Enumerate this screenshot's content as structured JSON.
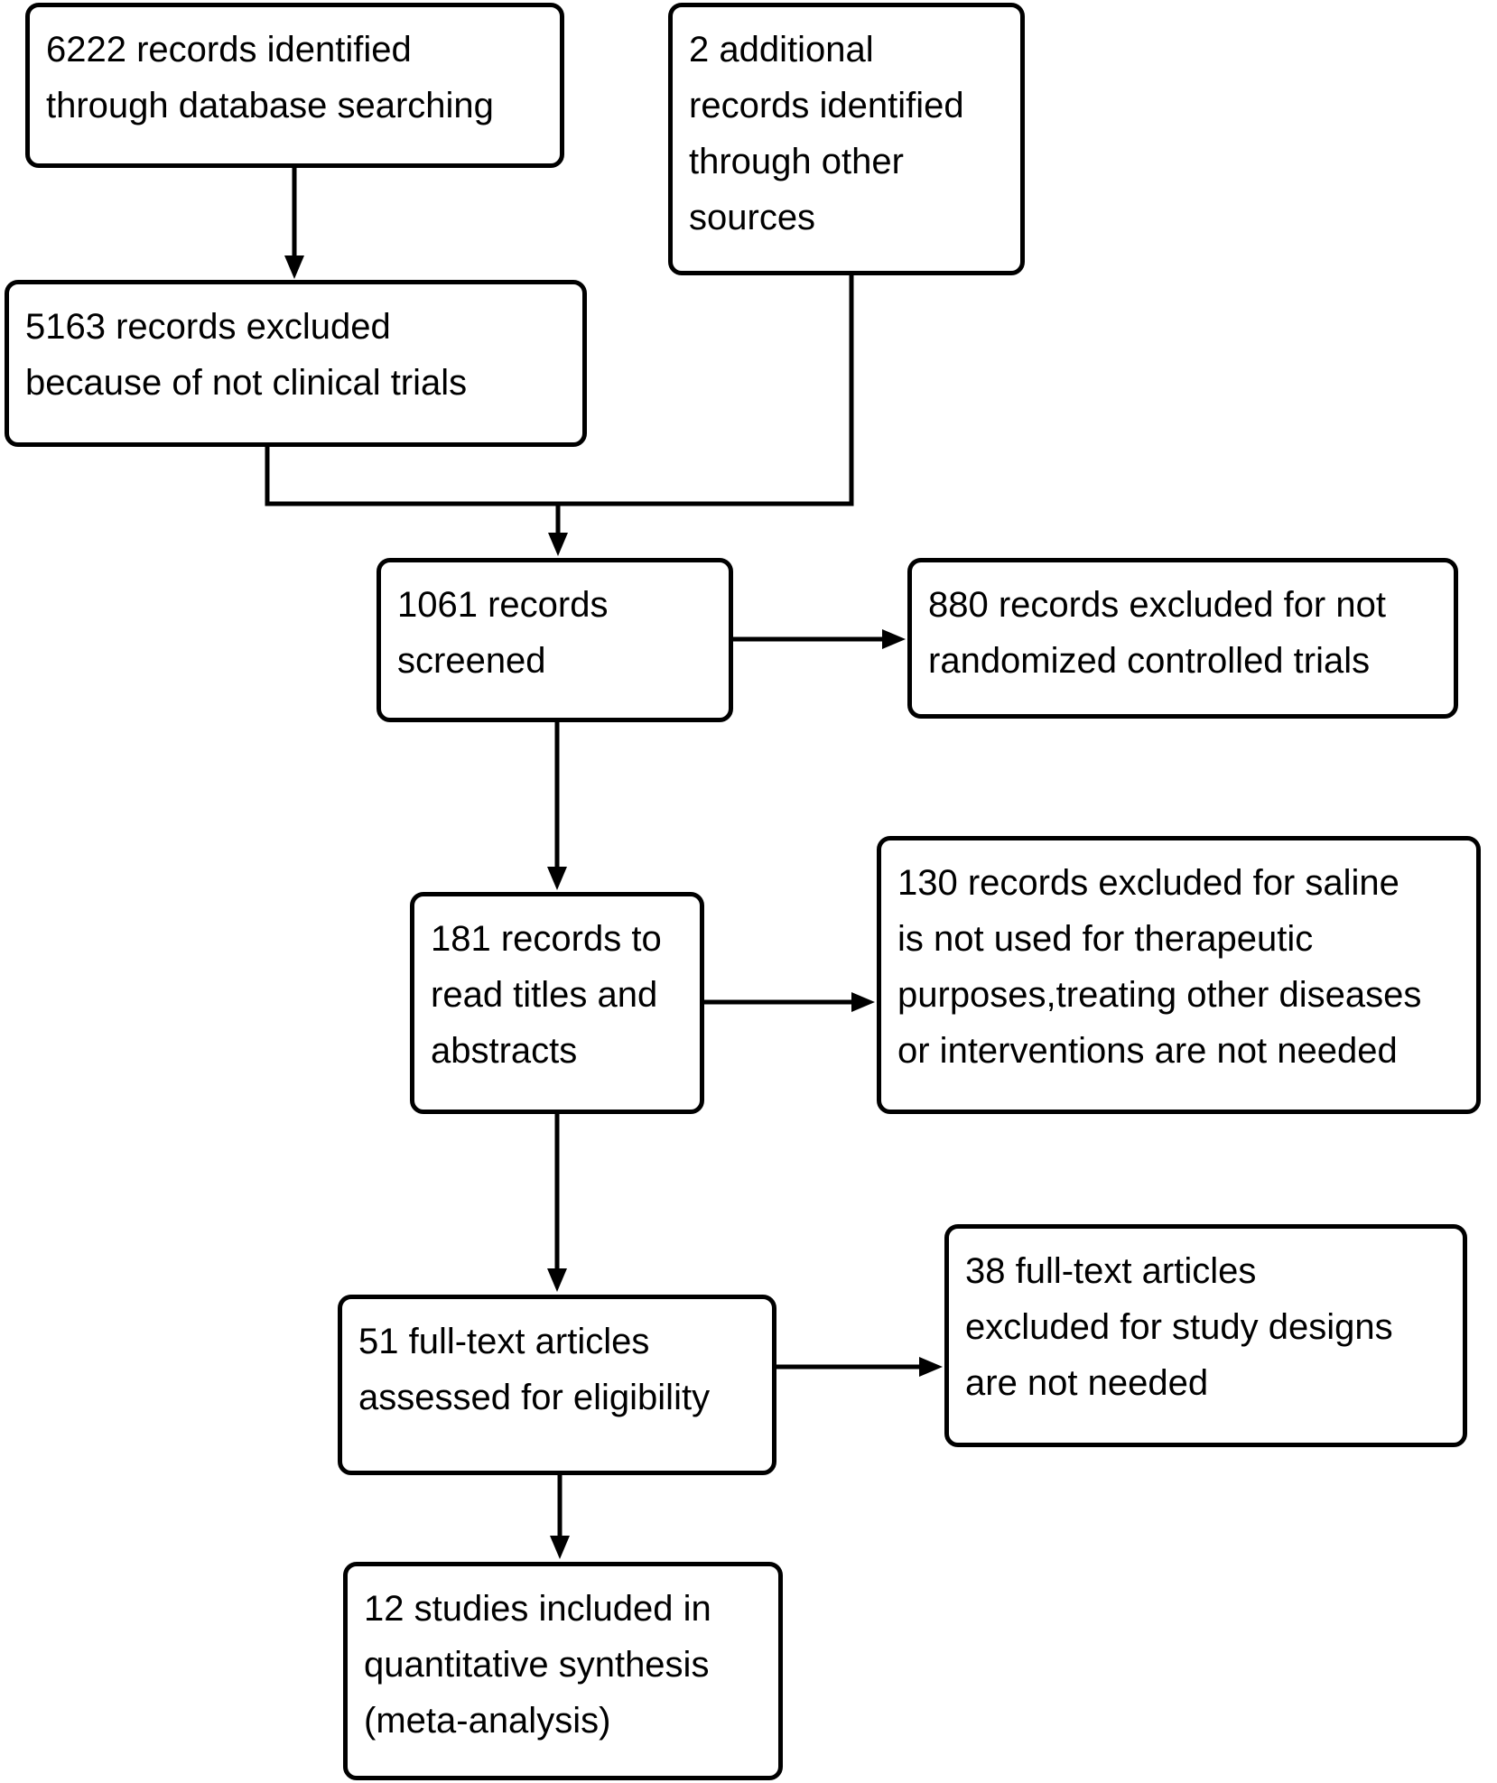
{
  "colors": {
    "stroke": "#000000",
    "background": "#ffffff",
    "box_fill": "#ffffff",
    "text": "#000000"
  },
  "diagram_type": "flowchart",
  "nodes": {
    "identified_db": {
      "label": "6222 records identified\nthrough database searching"
    },
    "identified_other": {
      "label": "2 additional\nrecords identified\nthrough other\nsources"
    },
    "excluded_not_clinical": {
      "label": "5163 records excluded\nbecause of not clinical trials"
    },
    "screened": {
      "label": "1061 records\nscreened"
    },
    "excluded_not_rct": {
      "label": "880 records excluded for not\nrandomized controlled trials"
    },
    "read_titles": {
      "label": "181 records to\nread titles and\nabstracts"
    },
    "excluded_saline": {
      "label": "130 records excluded for saline\nis not used for therapeutic\npurposes,treating other diseases\nor interventions are not needed"
    },
    "fulltext_assessed": {
      "label": "51 full-text articles\nassessed for eligibility"
    },
    "excluded_design": {
      "label": "38 full-text articles\nexcluded for study designs\nare not needed"
    },
    "included": {
      "label": "12 studies included in\nquantitative synthesis\n(meta-analysis)"
    }
  },
  "edges": [
    {
      "from": "identified_db",
      "to": "excluded_not_clinical",
      "arrow": true
    },
    {
      "from": "excluded_not_clinical",
      "to": "screened",
      "arrow": true
    },
    {
      "from": "identified_other",
      "to": "screened",
      "arrow": true
    },
    {
      "from": "screened",
      "to": "excluded_not_rct",
      "arrow": true
    },
    {
      "from": "screened",
      "to": "read_titles",
      "arrow": true
    },
    {
      "from": "read_titles",
      "to": "excluded_saline",
      "arrow": true
    },
    {
      "from": "read_titles",
      "to": "fulltext_assessed",
      "arrow": true
    },
    {
      "from": "fulltext_assessed",
      "to": "excluded_design",
      "arrow": true
    },
    {
      "from": "fulltext_assessed",
      "to": "included",
      "arrow": true
    }
  ]
}
